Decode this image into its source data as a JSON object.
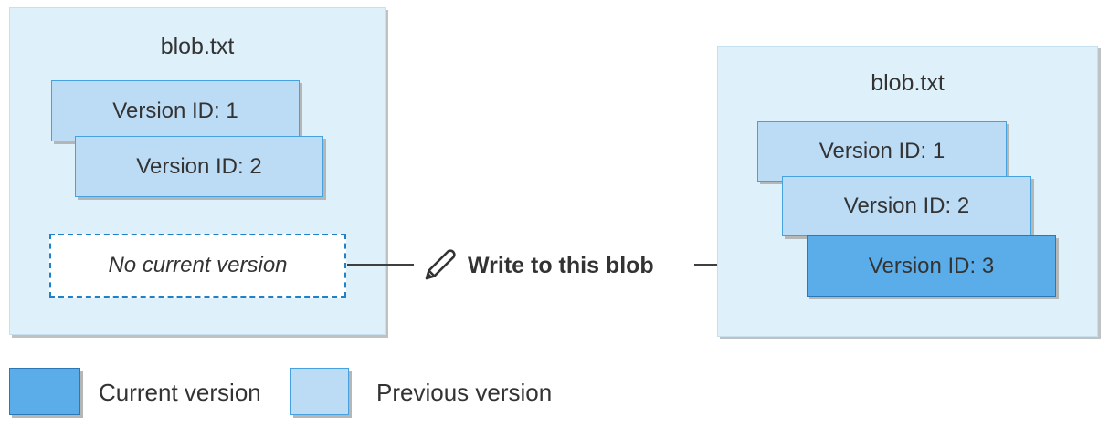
{
  "diagram": {
    "left_blob": {
      "title": "blob.txt",
      "versions": [
        {
          "label": "Version ID: 1",
          "state": "previous"
        },
        {
          "label": "Version ID: 2",
          "state": "previous"
        }
      ],
      "no_current_label": "No current version"
    },
    "action": {
      "label": "Write to this blob",
      "icon": "pencil-icon"
    },
    "right_blob": {
      "title": "blob.txt",
      "versions": [
        {
          "label": "Version ID: 1",
          "state": "previous"
        },
        {
          "label": "Version ID: 2",
          "state": "previous"
        },
        {
          "label": "Version ID: 3",
          "state": "current"
        }
      ]
    },
    "legend": {
      "current": {
        "label": "Current version",
        "color": "#5AADE9"
      },
      "previous": {
        "label": "Previous version",
        "color": "#BCDCF5"
      }
    },
    "colors": {
      "panel_fill": "#DEF0FA",
      "panel_border": "#C6E0EF",
      "previous_fill": "#BCDCF5",
      "previous_border": "#45A2DE",
      "current_fill": "#5AADE9",
      "current_border": "#2E77B6",
      "dashed_border": "#2080C8",
      "arrow": "#3F3F3F",
      "text": "#333333",
      "shadow": "#B5B6B6"
    }
  }
}
